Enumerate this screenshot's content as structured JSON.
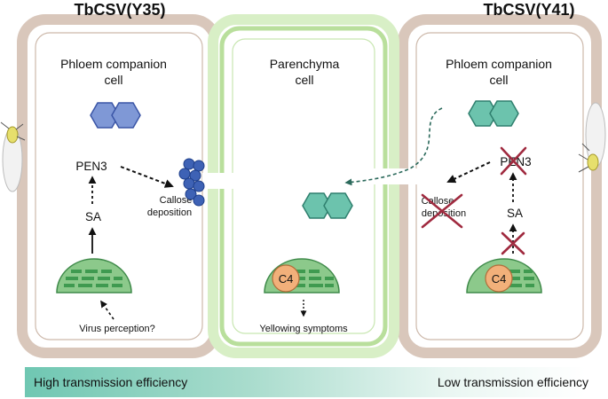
{
  "strain_left": "TbCSV(Y35)",
  "strain_right": "TbCSV(Y41)",
  "left_cell": {
    "name_line1": "Phloem companion",
    "name_line2": "cell",
    "pen3": "PEN3",
    "sa": "SA",
    "callose_line1": "Callose",
    "callose_line2": "deposition",
    "perception": "Virus perception?"
  },
  "middle_cell": {
    "name_line1": "Parenchyma",
    "name_line2": "cell",
    "c4": "C4",
    "symptoms": "Yellowing symptoms"
  },
  "right_cell": {
    "name_line1": "Phloem companion",
    "name_line2": "cell",
    "pen3": "PEN3",
    "sa": "SA",
    "callose_line1": "Callose",
    "callose_line2": "deposition",
    "c4": "C4"
  },
  "efficiency": {
    "high": "High transmission efficiency",
    "low": "Low transmission efficiency"
  },
  "colors": {
    "cell_wall_brown": "#d9c7bb",
    "parenchyma_green": "#cfe9b9",
    "chloroplast": "#8cc98b",
    "virus_left": "#7f98d6",
    "virus_right": "#6cc3ad",
    "callose": "#3e62b5",
    "block_x": "#a02a3f",
    "c4_orange": "#f2b07a"
  }
}
